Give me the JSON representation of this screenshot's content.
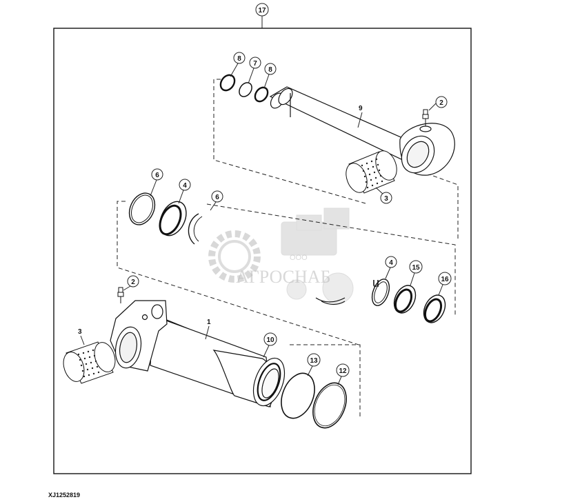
{
  "assembly_callout": "17",
  "figure_id": "XJ1252819",
  "watermark": {
    "line1": "ООО",
    "line2": "АГРОСНАБ"
  },
  "callouts": {
    "c8a": "8",
    "c7": "7",
    "c8b": "8",
    "c9": "9",
    "c2a": "2",
    "c3a": "3",
    "c6a": "6",
    "c4a": "4",
    "c6b": "6",
    "c4b": "4",
    "c15": "15",
    "c16": "16",
    "c2b": "2",
    "c1": "1",
    "c3b": "3",
    "c10": "10",
    "c13": "13",
    "c12": "12"
  },
  "partial_label": "u"
}
